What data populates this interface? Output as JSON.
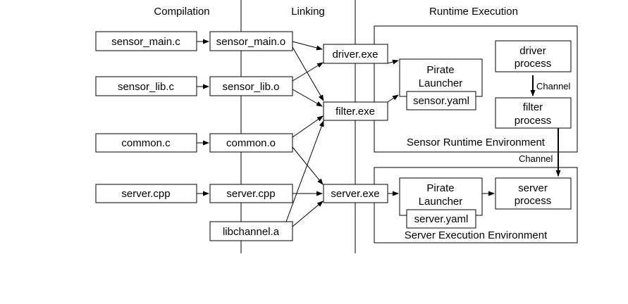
{
  "headers": {
    "compilation": "Compilation",
    "linking": "Linking",
    "runtime": "Runtime Execution"
  },
  "sources": {
    "sensor_main_c": "sensor_main.c",
    "sensor_lib_c": "sensor_lib.c",
    "common_c": "common.c",
    "server_cpp": "server.cpp"
  },
  "objects": {
    "sensor_main_o": "sensor_main.o",
    "sensor_lib_o": "sensor_lib.o",
    "common_o": "common.o",
    "server_cpp_obj": "server.cpp",
    "libchannel_a": "libchannel.a"
  },
  "executables": {
    "driver_exe": "driver.exe",
    "filter_exe": "filter.exe",
    "server_exe": "server.exe"
  },
  "sensor_env": {
    "title": "Sensor Runtime Environment",
    "launcher_line1": "Pirate",
    "launcher_line2": "Launcher",
    "config": "sensor.yaml",
    "driver_line1": "driver",
    "driver_line2": "process",
    "filter_line1": "filter",
    "filter_line2": "process",
    "channel_label": "Channel"
  },
  "server_env": {
    "title": "Server Execution Environment",
    "launcher_line1": "Pirate",
    "launcher_line2": "Launcher",
    "config": "server.yaml",
    "process_line1": "server",
    "process_line2": "process"
  },
  "cross_channel_label": "Channel"
}
